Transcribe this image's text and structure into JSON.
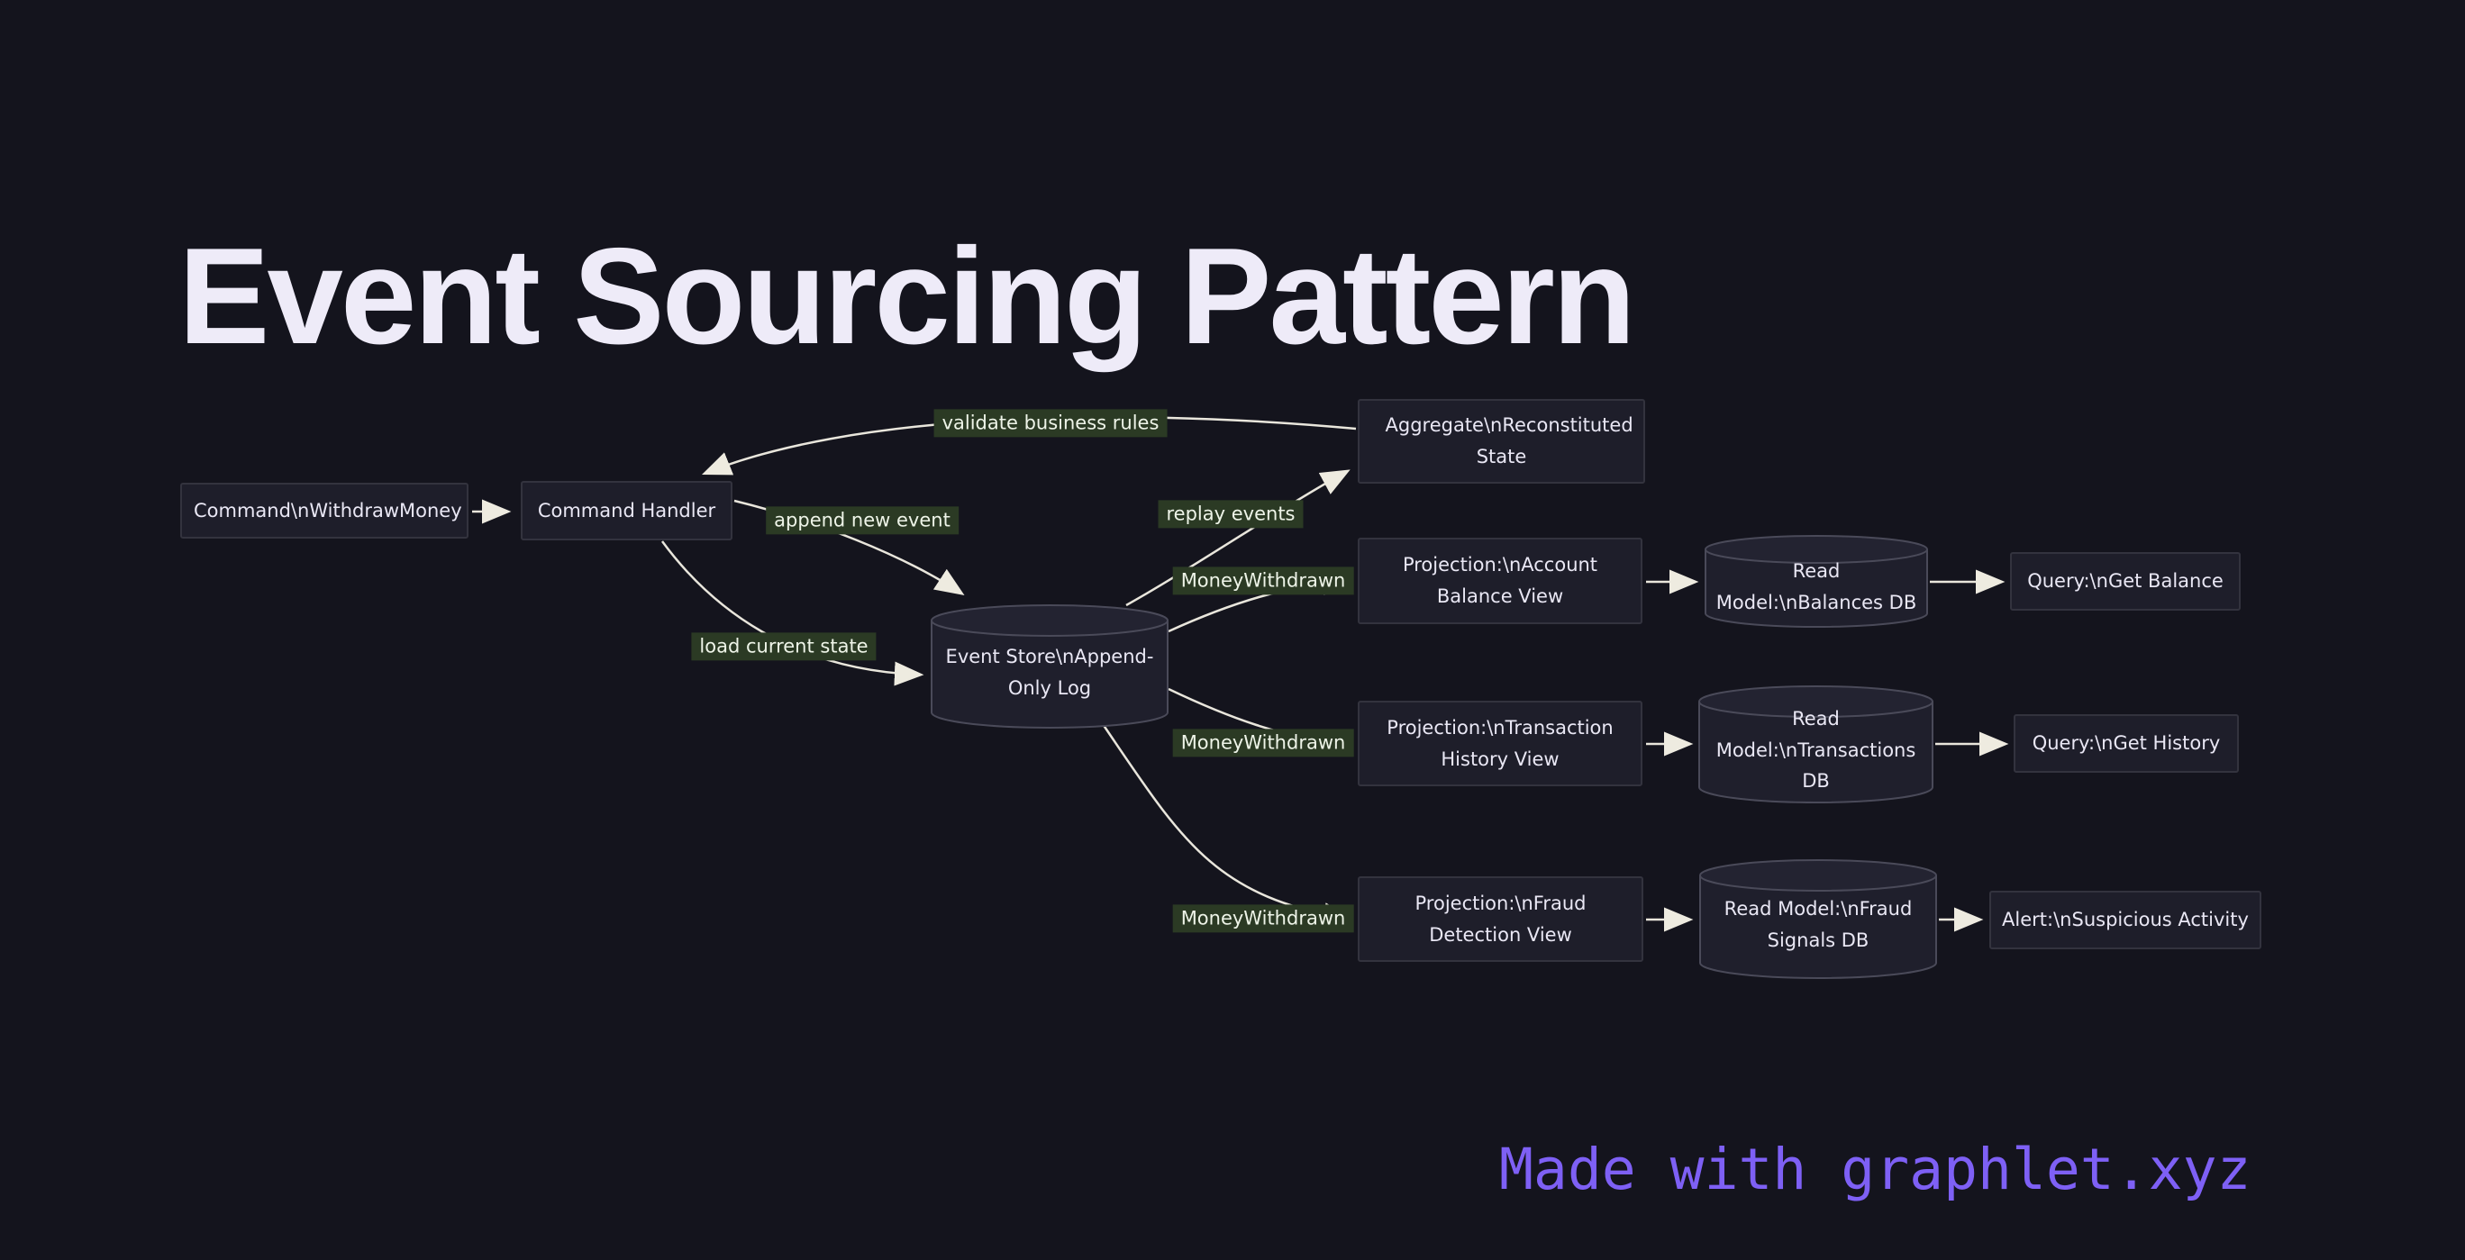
{
  "title": "Event Sourcing Pattern",
  "footer": "Made with graphlet.xyz",
  "colors": {
    "background": "#14141d",
    "node_fill": "#1e1e2a",
    "node_border": "#33333e",
    "node_text": "#e9e7f4",
    "cylinder_fill": "#1f1f2c",
    "cylinder_stroke": "#4a4a59",
    "edge_stroke": "#e9e6dc",
    "edge_label_bg": "#2b3a24",
    "edge_label_text": "#eef4e8",
    "title_text": "#eeebf8",
    "footer_text": "#7e60f5"
  },
  "nodes": [
    {
      "id": "command-withdraw-money",
      "shape": "box",
      "label": "Command\\nWithdrawMoney"
    },
    {
      "id": "command-handler",
      "shape": "box",
      "label": "Command Handler"
    },
    {
      "id": "event-store",
      "shape": "cylinder",
      "label": "Event Store\\nAppend-Only Log"
    },
    {
      "id": "aggregate",
      "shape": "box",
      "label": "Aggregate\\nReconstituted State"
    },
    {
      "id": "projection-account",
      "shape": "box",
      "label": "Projection:\\nAccount Balance View"
    },
    {
      "id": "read-model-balances",
      "shape": "cylinder",
      "label": "Read Model:\\nBalances DB"
    },
    {
      "id": "query-get-balance",
      "shape": "box",
      "label": "Query:\\nGet Balance"
    },
    {
      "id": "projection-transaction",
      "shape": "box",
      "label": "Projection:\\nTransaction History View"
    },
    {
      "id": "read-model-transactions",
      "shape": "cylinder",
      "label": "Read Model:\\nTransactions DB"
    },
    {
      "id": "query-get-history",
      "shape": "box",
      "label": "Query:\\nGet History"
    },
    {
      "id": "projection-fraud",
      "shape": "box",
      "label": "Projection:\\nFraud Detection View"
    },
    {
      "id": "read-model-fraud",
      "shape": "cylinder",
      "label": "Read Model:\\nFraud Signals DB"
    },
    {
      "id": "alert-suspicious",
      "shape": "box",
      "label": "Alert:\\nSuspicious Activity"
    }
  ],
  "edge_labels": [
    {
      "id": "validate-business-rules",
      "text": "validate business rules"
    },
    {
      "id": "append-new-event",
      "text": "append new event"
    },
    {
      "id": "load-current-state",
      "text": "load current state"
    },
    {
      "id": "replay-events",
      "text": "replay events"
    },
    {
      "id": "money-withdrawn-1",
      "text": "MoneyWithdrawn"
    },
    {
      "id": "money-withdrawn-2",
      "text": "MoneyWithdrawn"
    },
    {
      "id": "money-withdrawn-3",
      "text": "MoneyWithdrawn"
    }
  ]
}
